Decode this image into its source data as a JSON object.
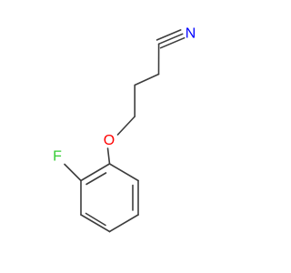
{
  "molecule": {
    "atoms": {
      "nitrogen": {
        "symbol": "N",
        "color": "#0000ff"
      },
      "oxygen": {
        "symbol": "O",
        "color": "#ff0000"
      },
      "fluorine": {
        "symbol": "F",
        "color": "#33cc33"
      }
    },
    "bond_color": "#3d3d3d",
    "background": "#ffffff"
  }
}
